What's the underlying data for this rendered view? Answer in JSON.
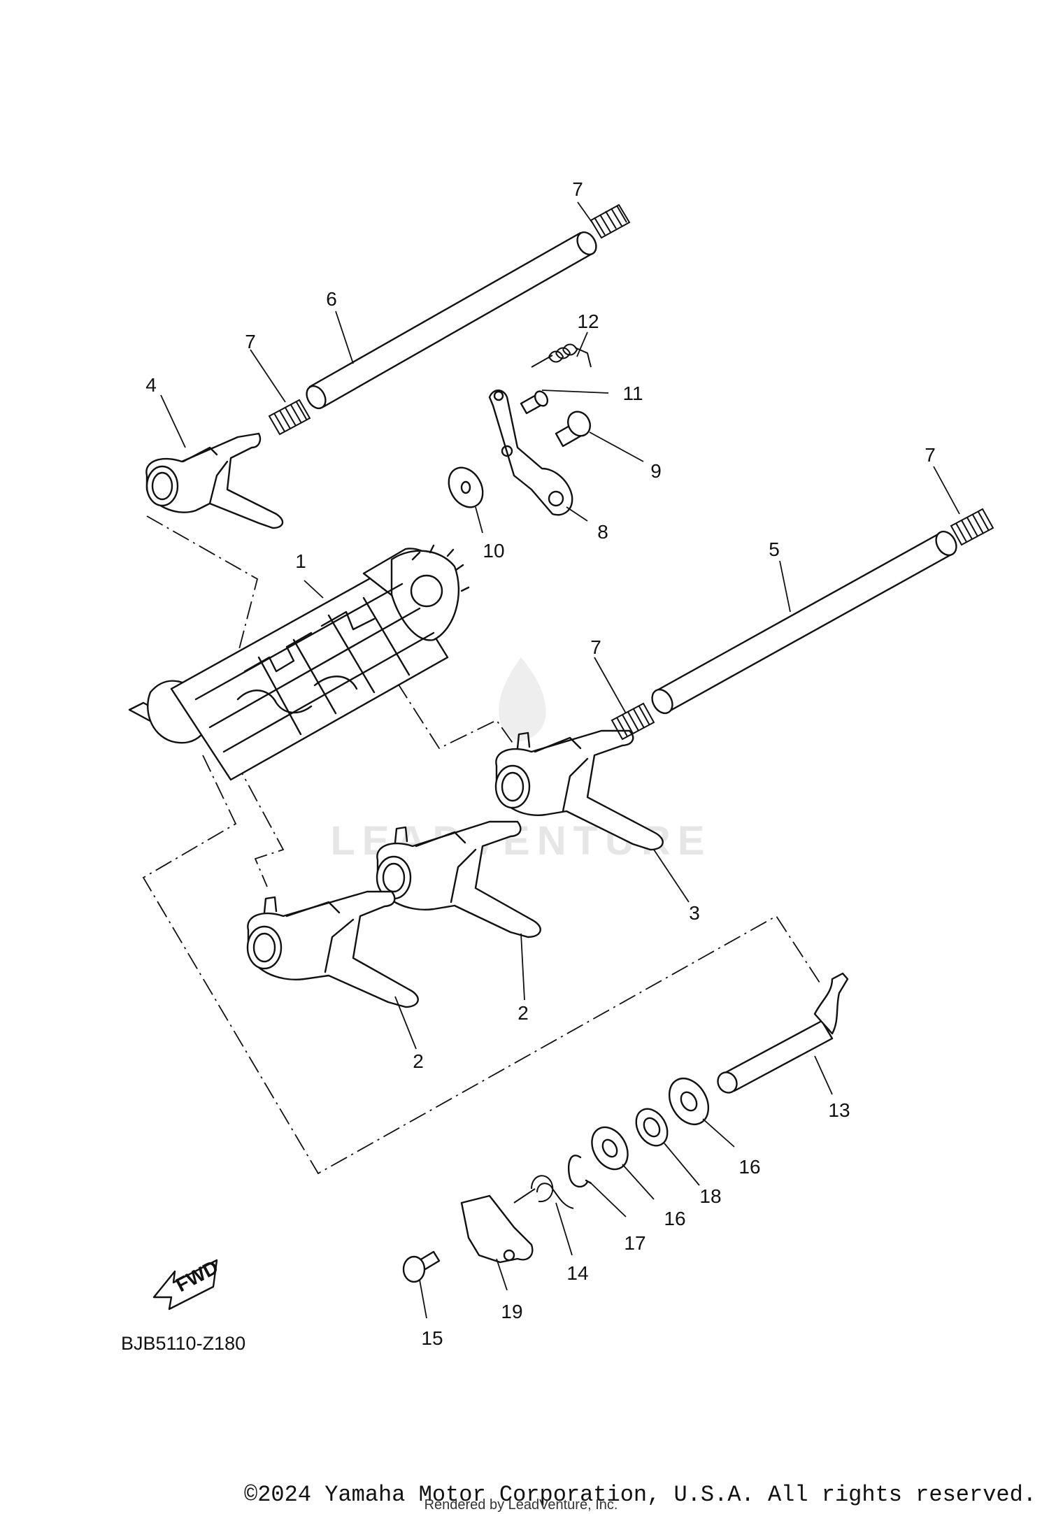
{
  "diagram": {
    "callouts": [
      "1",
      "2",
      "2",
      "3",
      "4",
      "5",
      "6",
      "7",
      "7",
      "7",
      "7",
      "8",
      "9",
      "10",
      "11",
      "12",
      "13",
      "14",
      "15",
      "16",
      "16",
      "17",
      "18",
      "19"
    ],
    "fwd_label": "FWD",
    "diagram_code": "BJB5110-Z180",
    "watermark": "LEADVENTURE",
    "copyright": "©2024 Yamaha Motor Corporation, U.S.A. All rights reserved.",
    "rendered_by": "Rendered by LeadVenture, Inc."
  }
}
